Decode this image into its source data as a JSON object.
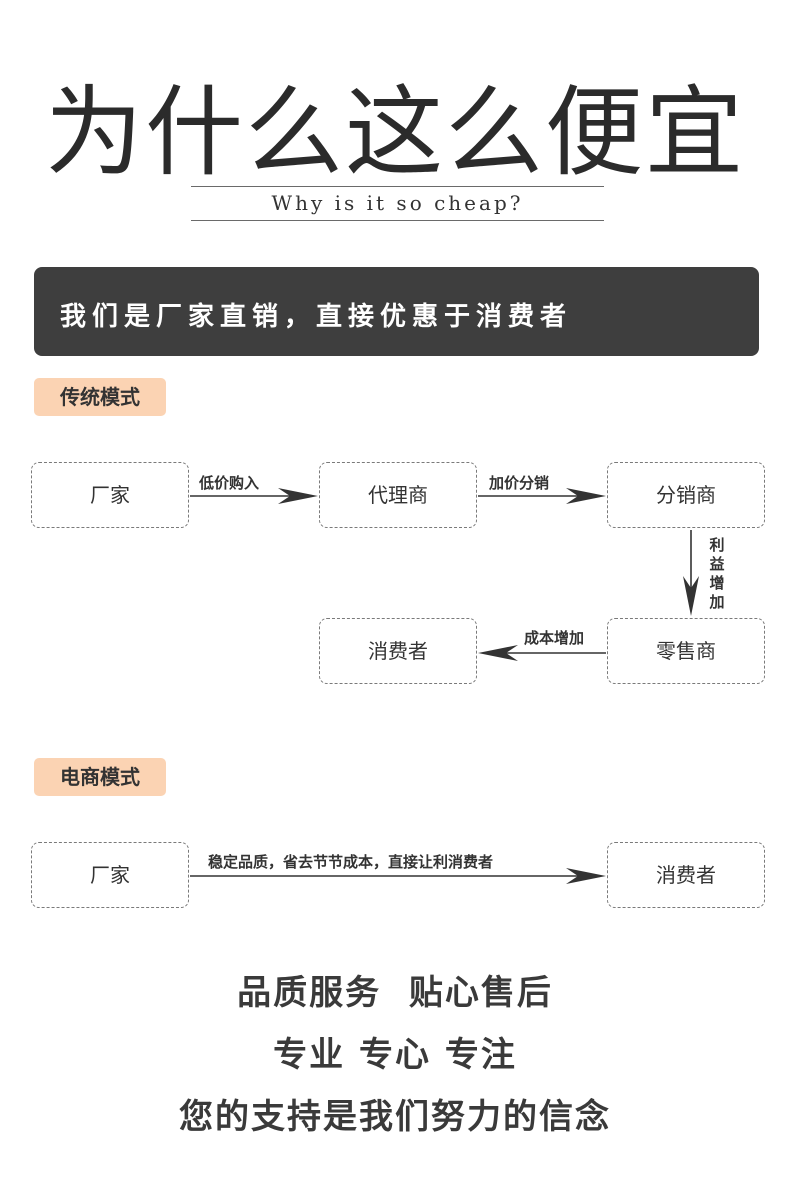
{
  "header": {
    "title": "为什么这么便宜",
    "subtitle": "Why is it so cheap?"
  },
  "banner": {
    "text": "我们是厂家直销，直接优惠于消费者"
  },
  "traditional": {
    "tag": "传统模式",
    "nodes": [
      "厂家",
      "代理商",
      "分销商",
      "零售商",
      "消费者"
    ],
    "edges": [
      "低价购入",
      "加价分销",
      "利益增加",
      "成本增加"
    ]
  },
  "ecommerce": {
    "tag": "电商模式",
    "nodes": [
      "厂家",
      "消费者"
    ],
    "edge": "稳定品质，省去节节成本，直接让利消费者"
  },
  "slogans": {
    "line1": "品质服务  贴心售后",
    "line2": "专业 专心 专注",
    "line3": "您的支持是我们努力的信念"
  },
  "colors": {
    "banner_bg": "#3e3e3e",
    "tag_bg": "#fbd3b3"
  }
}
